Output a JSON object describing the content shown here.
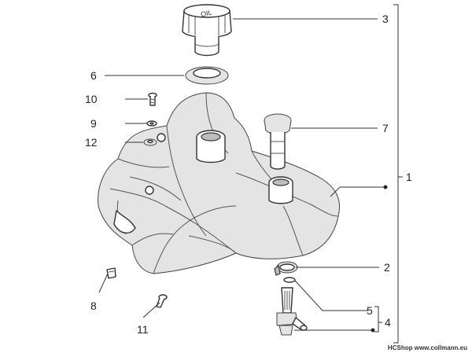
{
  "callouts": {
    "c1": "1",
    "c2": "2",
    "c3": "3",
    "c4": "4",
    "c5": "5",
    "c6": "6",
    "c7": "7",
    "c8": "8",
    "c9": "9",
    "c10": "10",
    "c11": "11",
    "c12": "12"
  },
  "cap_text": "OIL",
  "watermark": {
    "brand": "HCShop",
    "site": "www.collmann.eu"
  }
}
